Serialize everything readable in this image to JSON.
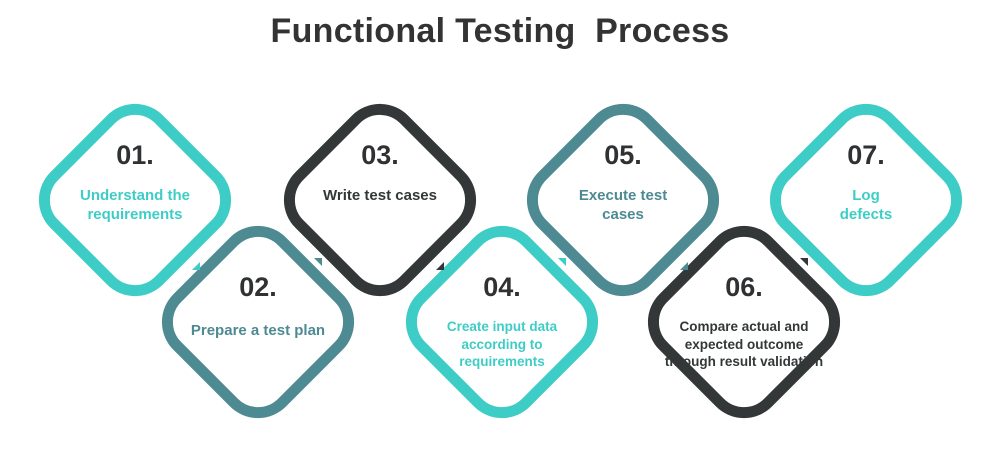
{
  "title": "Functional Testing  Process",
  "colors": {
    "teal": "#3ecdc6",
    "slate": "#4e8a92",
    "dark": "#333738",
    "title": "#333333"
  },
  "steps": [
    {
      "number": "01.",
      "text": "Understand the requirements",
      "color": "teal"
    },
    {
      "number": "02.",
      "text": "Prepare a test plan",
      "color": "slate"
    },
    {
      "number": "03.",
      "text": "Write test cases",
      "color": "dark"
    },
    {
      "number": "04.",
      "text": "Create input data according to requirements",
      "color": "teal"
    },
    {
      "number": "05.",
      "text": "Execute test cases",
      "color": "slate"
    },
    {
      "number": "06.",
      "text": "Compare actual and expected outcome through result validation",
      "color": "dark"
    },
    {
      "number": "07.",
      "text": "Log defects",
      "color": "teal"
    }
  ]
}
